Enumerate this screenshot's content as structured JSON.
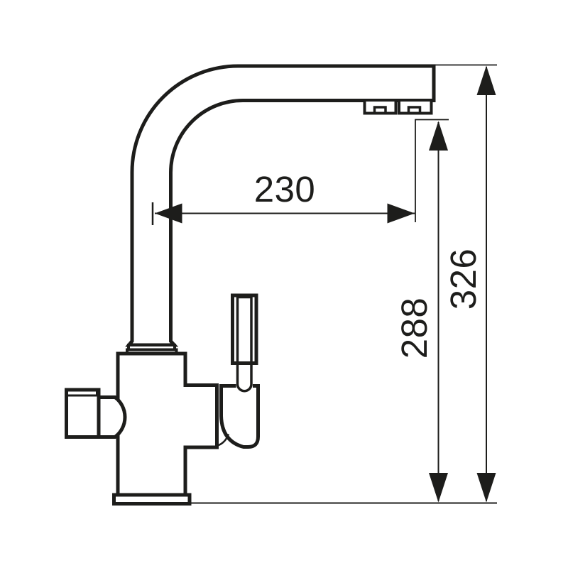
{
  "drawing": {
    "background_color": "#ffffff",
    "line_color": "#1d1d1b",
    "dimension_labels": {
      "spout_reach": "230",
      "outlet_height": "288",
      "overall_height": "326"
    }
  }
}
